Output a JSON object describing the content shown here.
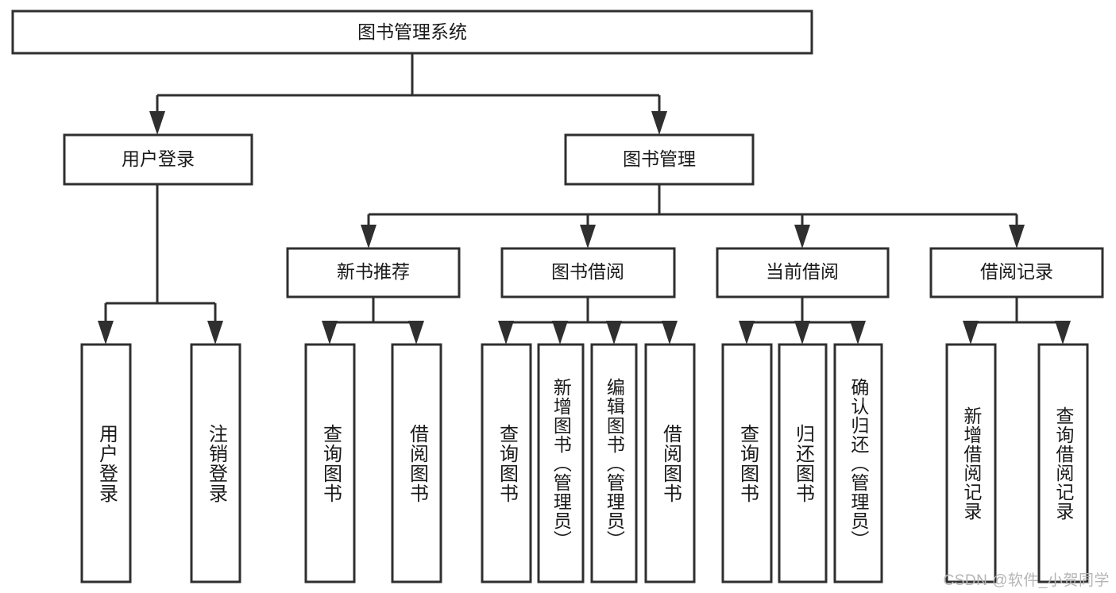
{
  "diagram": {
    "title": "图书管理系统",
    "watermark": "CSDN @软件_小贺同学",
    "style": {
      "box_fill": "#ffffff",
      "box_stroke": "#2f2f2f",
      "line_color": "#2f2f2f",
      "text_color": "#1a1a1a",
      "watermark_color": "#b5b5b5",
      "background": "#ffffff"
    },
    "levels": {
      "level1": [
        {
          "id": "root",
          "label": "图书管理系统",
          "orientation": "horizontal"
        }
      ],
      "level2": [
        {
          "id": "user-login",
          "label": "用户登录",
          "orientation": "horizontal",
          "parent": "root"
        },
        {
          "id": "book-manage",
          "label": "图书管理",
          "orientation": "horizontal",
          "parent": "root"
        }
      ],
      "level3": [
        {
          "id": "new-book-rec",
          "label": "新书推荐",
          "orientation": "horizontal",
          "parent": "book-manage"
        },
        {
          "id": "book-borrow",
          "label": "图书借阅",
          "orientation": "horizontal",
          "parent": "book-manage"
        },
        {
          "id": "current-borrow",
          "label": "当前借阅",
          "orientation": "horizontal",
          "parent": "book-manage"
        },
        {
          "id": "borrow-record",
          "label": "借阅记录",
          "orientation": "horizontal",
          "parent": "book-manage"
        }
      ],
      "level4": [
        {
          "id": "leaf-user-login",
          "label": "用户登录",
          "orientation": "vertical",
          "parent": "user-login"
        },
        {
          "id": "leaf-user-logout",
          "label": "注销登录",
          "orientation": "vertical",
          "parent": "user-login"
        },
        {
          "id": "leaf-query-book-1",
          "label": "查询图书",
          "orientation": "vertical",
          "parent": "new-book-rec"
        },
        {
          "id": "leaf-borrow-book-1",
          "label": "借阅图书",
          "orientation": "vertical",
          "parent": "new-book-rec"
        },
        {
          "id": "leaf-query-book-2",
          "label": "查询图书",
          "orientation": "vertical",
          "parent": "book-borrow"
        },
        {
          "id": "leaf-add-book",
          "label": "新增图书（管理员）",
          "orientation": "vertical",
          "parent": "book-borrow"
        },
        {
          "id": "leaf-edit-book",
          "label": "编辑图书（管理员）",
          "orientation": "vertical",
          "parent": "book-borrow"
        },
        {
          "id": "leaf-borrow-book-2",
          "label": "借阅图书",
          "orientation": "vertical",
          "parent": "book-borrow"
        },
        {
          "id": "leaf-query-book-3",
          "label": "查询图书",
          "orientation": "vertical",
          "parent": "current-borrow"
        },
        {
          "id": "leaf-return-book",
          "label": "归还图书",
          "orientation": "vertical",
          "parent": "current-borrow"
        },
        {
          "id": "leaf-confirm-return",
          "label": "确认归还（管理员）",
          "orientation": "vertical",
          "parent": "current-borrow"
        },
        {
          "id": "leaf-add-record",
          "label": "新增借阅记录",
          "orientation": "vertical",
          "parent": "borrow-record"
        },
        {
          "id": "leaf-query-record",
          "label": "查询借阅记录",
          "orientation": "vertical",
          "parent": "borrow-record"
        }
      ]
    }
  }
}
